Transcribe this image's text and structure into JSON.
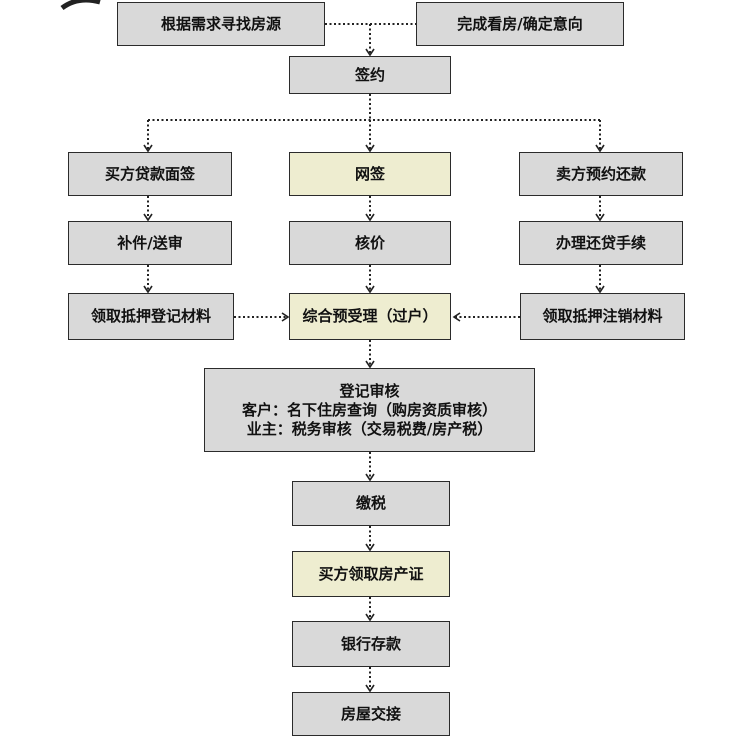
{
  "nodes": {
    "find_listing": "根据需求寻找房源",
    "confirm_intent": "完成看房/确定意向",
    "sign_contract": "签约",
    "buyer_loan_sign": "买方贷款面签",
    "online_sign": "网签",
    "seller_repay": "卖方预约还款",
    "supplement": "补件/送审",
    "price_check": "核价",
    "repay_procedure": "办理还贷手续",
    "get_register_docs": "领取抵押登记材料",
    "transfer_pre_accept": "综合预受理（过户）",
    "get_cancel_docs": "领取抵押注销材料",
    "register_review": {
      "line1": "登记审核",
      "line2": "客户：名下住房查询（购房资质审核）",
      "line3": "业主：税务审核（交易税费/房产税）"
    },
    "pay_tax": "缴税",
    "buyer_cert": "买方领取房产证",
    "bank_deposit": "银行存款",
    "handover": "房屋交接"
  },
  "colors": {
    "box_default": "#d9d9d9",
    "box_highlight": "#eeedd0",
    "border": "#2b2b2b"
  }
}
